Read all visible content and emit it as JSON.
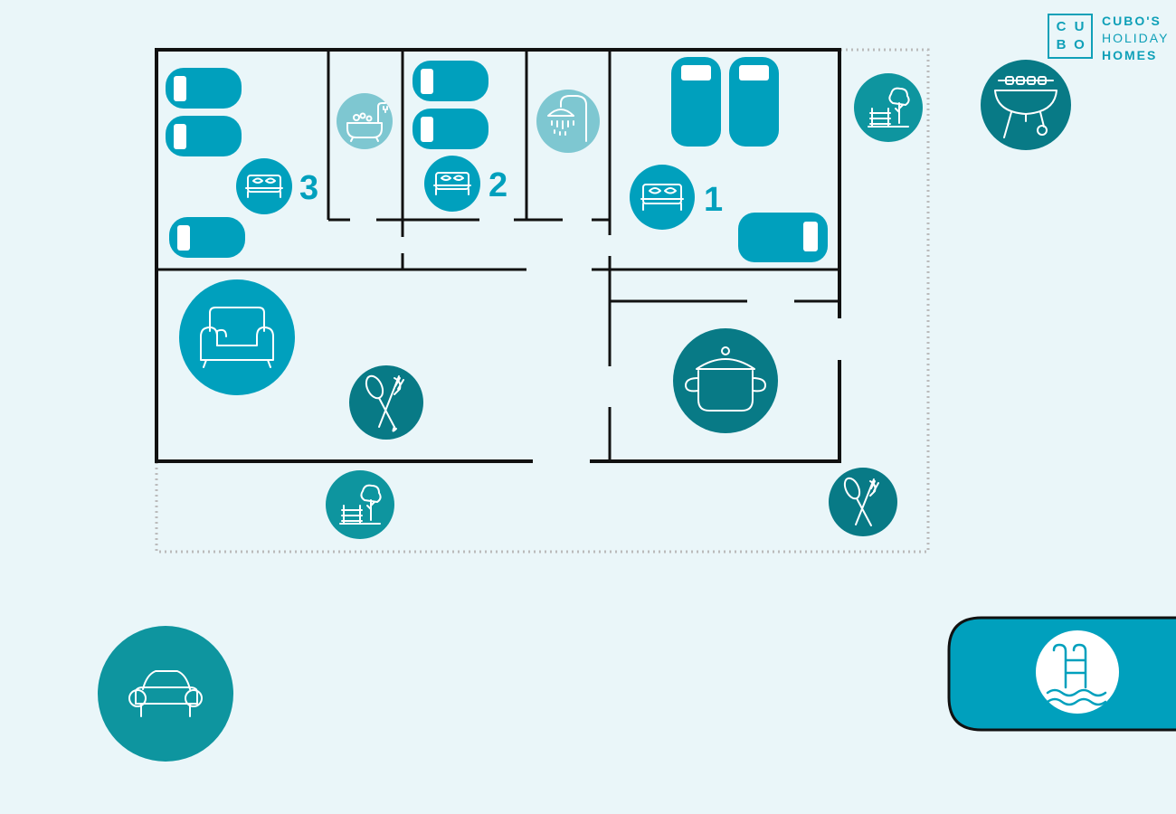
{
  "logo": {
    "letters": [
      "C",
      "U",
      "B",
      "O"
    ],
    "line1": "CUBO'S",
    "line2": "HOLIDAY",
    "line3": "HOMES"
  },
  "bedrooms": [
    {
      "number": "1"
    },
    {
      "number": "2"
    },
    {
      "number": "3"
    }
  ],
  "colors": {
    "background": "#eaf6f9",
    "bed": "#00a0bd",
    "teal_dark": "#087a86",
    "teal_mid": "#0e959f",
    "teal_bright": "#00a0bd",
    "teal_pale": "#7ec7d1",
    "logo": "#0fa0b8",
    "walls": "#111111",
    "boundary": "#bbbbbb"
  },
  "icons": [
    "bed-icon",
    "bathtub-icon",
    "shower-icon",
    "garden-icon",
    "barbecue-icon",
    "sofa-icon",
    "cutlery-icon",
    "cooking-pot-icon",
    "car-icon",
    "pool-icon"
  ]
}
